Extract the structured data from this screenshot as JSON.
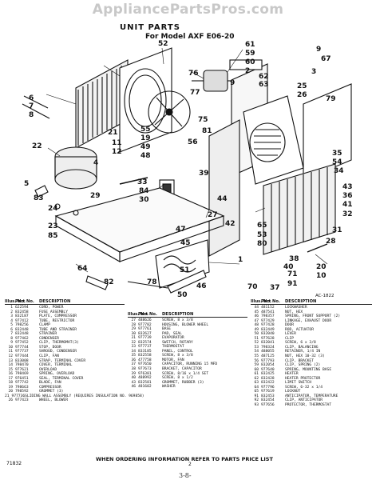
{
  "watermark": "AppliancePartsPros.com",
  "title": "UNIT PARTS",
  "subtitle": "For Model AXF E06-20",
  "diagram_code": "AC-1822",
  "callouts": [
    "52",
    "61",
    "59",
    "60",
    "2",
    "9",
    "67",
    "3",
    "76",
    "62",
    "63",
    "25",
    "26",
    "79",
    "6",
    "7",
    "8",
    "21",
    "55",
    "19",
    "49",
    "48",
    "11",
    "12",
    "75",
    "22",
    "35",
    "54",
    "34",
    "33",
    "84",
    "30",
    "39",
    "43",
    "36",
    "41",
    "32",
    "29",
    "24",
    "23",
    "85",
    "44",
    "42",
    "27",
    "47",
    "65",
    "53",
    "45",
    "80",
    "31",
    "40",
    "28",
    "38",
    "71",
    "20",
    "10",
    "91",
    "37",
    "70",
    "64",
    "78",
    "46",
    "50",
    "1",
    "82",
    "5",
    "83",
    "4",
    "56",
    "81",
    "9",
    "77",
    "51"
  ],
  "table1": {
    "header": {
      "ill": "Illus. No.",
      "part": "Part No.",
      "desc": "DESCRIPTION"
    },
    "rows": [
      [
        "1",
        "622594",
        "CORD, POWER"
      ],
      [
        "2",
        "832458",
        "FUSE ASSEMBLY"
      ],
      [
        "3",
        "832187",
        "PLATE, COMPRESSOR"
      ],
      [
        "4",
        "977412",
        "TUBE, RESTRICTOR"
      ],
      [
        "5",
        "798256",
        "CLAMP"
      ],
      [
        "6",
        "832448",
        "TUBE AND STRAINER"
      ],
      [
        "7",
        "832448",
        "STRAINER"
      ],
      [
        "8",
        "977462",
        "CONDENSER"
      ],
      [
        "9",
        "977452",
        "CLIP, THERMOMAT(3)"
      ],
      [
        "10",
        "977744",
        "STOP, DOOR"
      ],
      [
        "11",
        "977737",
        "SHROUD, CONDENSER"
      ],
      [
        "12",
        "977444",
        "CLIP, FAN"
      ],
      [
        "13",
        "833008",
        "STRAP, TERMINAL COVER"
      ],
      [
        "14",
        "798470",
        "COVER, TERMINAL"
      ],
      [
        "15",
        "977621",
        "OVERLOAD"
      ],
      [
        "16",
        "798469",
        "SPRING, OVERLOAD"
      ],
      [
        "17",
        "976451",
        "SEAL, TERMINAL COVER"
      ],
      [
        "18",
        "977742",
        "BLADE, FAN"
      ],
      [
        "19",
        "798663",
        "COMPRESSOR"
      ],
      [
        "20",
        "798592",
        "GROMMET (3)"
      ],
      [
        "21",
        "977736",
        "SLIDING WALL ASSEMBLY (REQUIRES INSULATION NO. 969858)"
      ],
      [
        "26",
        "977423",
        "WHEEL, BLOWER"
      ]
    ]
  },
  "table2": {
    "header": {
      "ill": "Illus. No.",
      "part": "Part No.",
      "desc": "DESCRIPTION"
    },
    "rows": [
      [
        "27",
        "488626",
        "SCREW, 8 x 3/8"
      ],
      [
        "28",
        "977782",
        "HOUSING, BLOWER WHEEL"
      ],
      [
        "29",
        "977761",
        "BASE"
      ],
      [
        "30",
        "832627",
        "PAD, SEAL"
      ],
      [
        "31",
        "977739",
        "EVAPORATOR"
      ],
      [
        "32",
        "832574",
        "SWITCH, ROTARY"
      ],
      [
        "33",
        "977737",
        "THERMOSTAT"
      ],
      [
        "34",
        "833185",
        "PANEL, CONTROL"
      ],
      [
        "35",
        "832558",
        "SCREW, 8 x 3/8"
      ],
      [
        "36",
        "477758",
        "MOTOR, FAN"
      ],
      [
        "37",
        "977650",
        "CAPACITOR, RUNNING 15 MFD"
      ],
      [
        "38",
        "977673",
        "BRACKET, CAPACITOR"
      ],
      [
        "39",
        "976381",
        "SCREW, 8/16 x 1/4 SET"
      ],
      [
        "40",
        "488992",
        "SCREW, 8 x 1/2"
      ],
      [
        "43",
        "832581",
        "GROMMET, RUBBER (3)"
      ],
      [
        "46",
        "481602",
        "WASHER"
      ]
    ]
  },
  "table3": {
    "header": {
      "ill": "Illus. No.",
      "part": "Part No.",
      "desc": "DESCRIPTION"
    },
    "rows": [
      [
        "44",
        "481152",
        "LOCKWASHER"
      ],
      [
        "45",
        "487541",
        "NUT, HEX"
      ],
      [
        "46",
        "798357",
        "SPRING, FRONT SUPPORT (2)"
      ],
      [
        "47",
        "977429",
        "LINKAGE, EXHAUST DOOR"
      ],
      [
        "48",
        "977428",
        "DOOR"
      ],
      [
        "49",
        "832449",
        "ROD, ACTUATOR"
      ],
      [
        "50",
        "832040",
        "LEVER"
      ],
      [
        "51",
        "977628",
        "CLIP"
      ],
      [
        "52",
        "832041",
        "SCREW, 6 x 3/8"
      ],
      [
        "53",
        "798324",
        "CLIP, BALANCING"
      ],
      [
        "54",
        "488055",
        "RETAINER, 1/4 IN"
      ],
      [
        "55",
        "487125",
        "NUT, HEX 10-32 (3)"
      ],
      [
        "56",
        "977793",
        "CLIP, BRACKET"
      ],
      [
        "59",
        "832054",
        "CLIP, SPRING (2)"
      ],
      [
        "60",
        "977640",
        "SPRING, MOUNTING BASE"
      ],
      [
        "61",
        "832425",
        "HEATER"
      ],
      [
        "62",
        "832428",
        "HEATER PROTECTOR"
      ],
      [
        "63",
        "832422",
        "LIMIT SWITCH"
      ],
      [
        "64",
        "977796",
        "SCREW, 6-32 x 1/4"
      ],
      [
        "65",
        "977619",
        "LOCKNUT"
      ],
      [
        "91",
        "832453",
        "ANTICIPATOR, TEMPERATURE"
      ],
      [
        "92",
        "832454",
        "CLIP, ANTICIPATOR"
      ],
      [
        "93",
        "977656",
        "PROTECTOR, THERMOSTAT"
      ]
    ]
  },
  "footer_note": "WHEN ORDERING INFORMATION REFER TO PARTS PRICE LIST",
  "page_code": "71832",
  "page_number": "2",
  "handwritten": "3-8-"
}
